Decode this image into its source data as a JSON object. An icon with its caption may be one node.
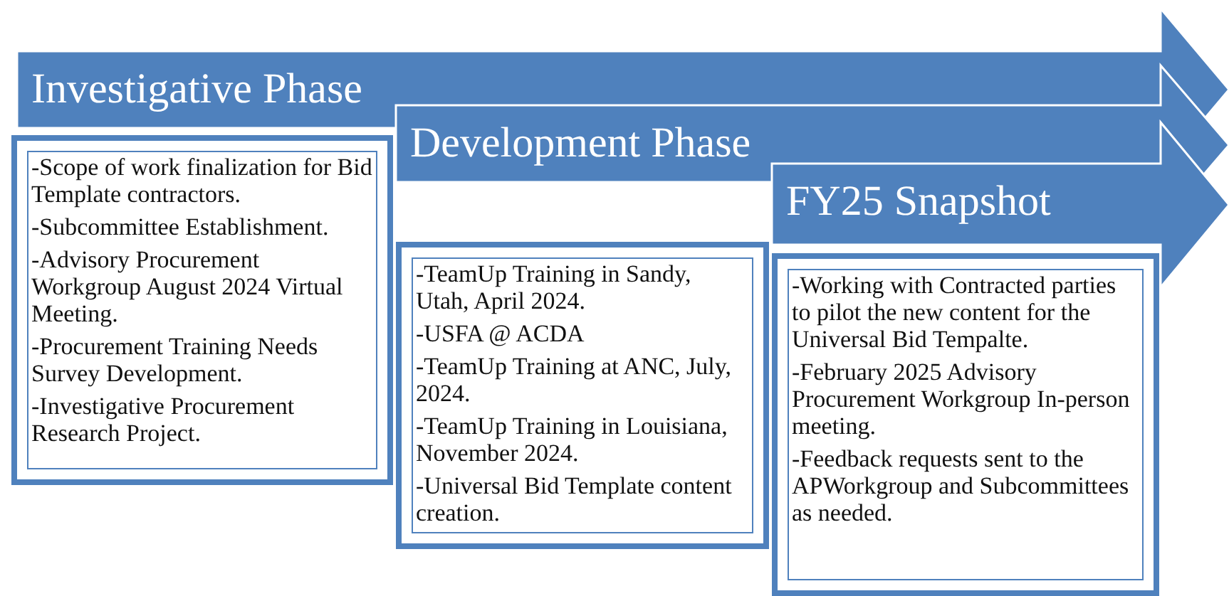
{
  "diagram": {
    "nodes": [
      {
        "text": [
          "Investigative Phase"
        ]
      },
      {
        "text": [
          "-Scope of work finalization for Bid Template contractors.",
          "-Subcommittee Establishment.",
          "-Advisory Procurement Workgroup August 2024 Virtual Meeting.",
          "-Procurement Training Needs Survey Development.",
          "-Investigative Procurement Research Project."
        ]
      },
      {
        "text": [
          "Development Phase"
        ]
      },
      {
        "text": [
          "-TeamUp Training in Sandy, Utah, April 2024.",
          "-USFA @ ACDA",
          "-TeamUp Training at ANC, July, 2024.",
          "-TeamUp Training in Louisiana, November 2024.",
          "-Universal Bid Template content creation."
        ]
      },
      {
        "text": [
          "FY25 Snapshot"
        ]
      },
      {
        "text": [
          "-Working with Contracted parties to pilot the new content for the Universal Bid Tempalte.",
          "-February 2025 Advisory Procurement Workgroup In-person meeting.",
          "-Feedback requests sent to the APWorkgroup and Subcommittees as needed."
        ]
      }
    ]
  }
}
